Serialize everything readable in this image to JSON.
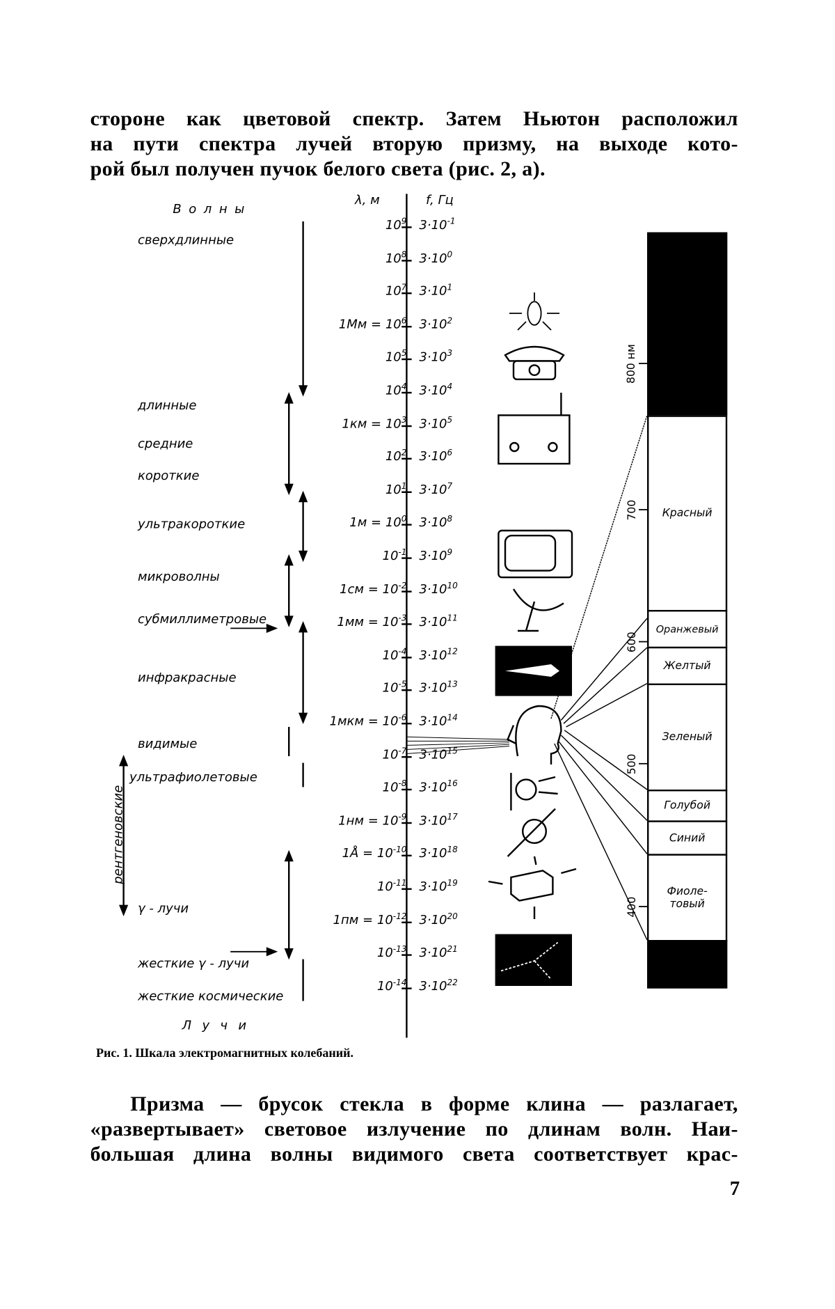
{
  "top_paragraph": [
    "стороне как цветовой спектр. Затем Ньютон расположил",
    "на пути спектра лучей вторую призму, на выходе кото-",
    "рой был получен пучок белого света (рис. 2, а)."
  ],
  "figure": {
    "header_waves": "В о л н ы",
    "header_lambda": "λ, м",
    "header_freq": "f, Гц",
    "footer_rays": "Л у ч и",
    "xray_label": "рентгеновские",
    "scale": [
      {
        "lam_prefix": "",
        "lam_exp": "9",
        "freq_exp": "-1"
      },
      {
        "lam_prefix": "",
        "lam_exp": "8",
        "freq_exp": "0"
      },
      {
        "lam_prefix": "",
        "lam_exp": "7",
        "freq_exp": "1"
      },
      {
        "lam_prefix": "1Мм = ",
        "lam_exp": "6",
        "freq_exp": "2"
      },
      {
        "lam_prefix": "",
        "lam_exp": "5",
        "freq_exp": "3"
      },
      {
        "lam_prefix": "",
        "lam_exp": "4",
        "freq_exp": "4"
      },
      {
        "lam_prefix": "1км = ",
        "lam_exp": "3",
        "freq_exp": "5"
      },
      {
        "lam_prefix": "",
        "lam_exp": "2",
        "freq_exp": "6"
      },
      {
        "lam_prefix": "",
        "lam_exp": "1",
        "freq_exp": "7"
      },
      {
        "lam_prefix": "1м = ",
        "lam_exp": "0",
        "freq_exp": "8"
      },
      {
        "lam_prefix": "",
        "lam_exp": "-1",
        "freq_exp": "9"
      },
      {
        "lam_prefix": "1см = ",
        "lam_exp": "-2",
        "freq_exp": "10"
      },
      {
        "lam_prefix": "1мм = ",
        "lam_exp": "-3",
        "freq_exp": "11"
      },
      {
        "lam_prefix": "",
        "lam_exp": "-4",
        "freq_exp": "12"
      },
      {
        "lam_prefix": "",
        "lam_exp": "-5",
        "freq_exp": "13"
      },
      {
        "lam_prefix": "1мкм = ",
        "lam_exp": "-6",
        "freq_exp": "14"
      },
      {
        "lam_prefix": "",
        "lam_exp": "-7",
        "freq_exp": "15"
      },
      {
        "lam_prefix": "",
        "lam_exp": "-8",
        "freq_exp": "16"
      },
      {
        "lam_prefix": "1нм = ",
        "lam_exp": "-9",
        "freq_exp": "17"
      },
      {
        "lam_prefix": "1Å = ",
        "lam_exp": "-10",
        "freq_exp": "18"
      },
      {
        "lam_prefix": "",
        "lam_exp": "-11",
        "freq_exp": "19"
      },
      {
        "lam_prefix": "1пм = ",
        "lam_exp": "-12",
        "freq_exp": "20"
      },
      {
        "lam_prefix": "",
        "lam_exp": "-13",
        "freq_exp": "21"
      },
      {
        "lam_prefix": "",
        "lam_exp": "-14",
        "freq_exp": "22"
      }
    ],
    "wave_types": [
      "сверхдлинные",
      "длинные",
      "средние",
      "короткие",
      "ультракороткие",
      "микроволны",
      "субмиллиметровые",
      "инфракрасные",
      "видимые",
      "ультрафиолетовые",
      "γ - лучи",
      "жесткие γ - лучи",
      "жесткие космические"
    ],
    "nm_ticks": [
      "800 нм",
      "700",
      "600",
      "500",
      "400"
    ],
    "colors": [
      "Красный",
      "Оранжевый",
      "Желтый",
      "Зеленый",
      "Голубой",
      "Синий",
      "Фиоле-товый"
    ],
    "icons": [
      "lamp-icon",
      "telephone-icon",
      "radio-icon",
      "television-icon",
      "radar-dish-icon",
      "jet-plane-screen-icon",
      "human-eye-head-icon",
      "uv-lamp-icon",
      "xray-tube-icon",
      "crystal-icon",
      "particle-tracks-icon"
    ]
  },
  "caption": "Рис. 1. Шкала электромагнитных колебаний.",
  "bottom_paragraph": [
    "Призма — брусок стекла в форме клина — разлагает,",
    "«развертывает» световое излучение по длинам волн. Наи-",
    "большая длина волны видимого света соответствует крас-"
  ],
  "page_number": "7"
}
